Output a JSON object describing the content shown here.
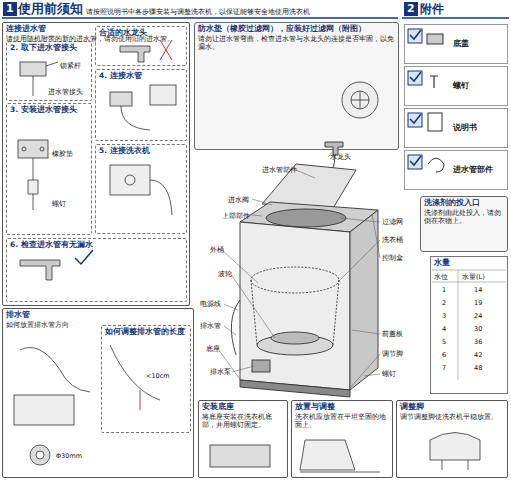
{
  "diagram": {
    "title": "使用前须知",
    "nodes": [
      {
        "text": [
          "连接进水管",
          "请使用随机附带的新的进水管，请勿使用旧的进水管。"
        ]
      },
      {
        "text": [
          "2. 取下进水管接头"
        ],
        "in": 0
      },
      {
        "text": [
          "3. 安装进水管接头"
        ],
        "in": 0
      },
      {
        "text": [
          "合适的水龙头"
        ],
        "in": 0
      },
      {
        "text": [
          "4. 连接水管"
        ],
        "in": 0
      },
      {
        "text": [
          "5. 连接洗衣机"
        ],
        "in": 0
      },
      {
        "text": [
          "6. 检查进水管有无漏水"
        ],
        "in": 0
      },
      {
        "text": [
          "防水垫（橡胶过滤网），应装好过滤网（附图）",
          "请勿让进水管弯曲，检查进水管与水龙头的连接是否牢固，以免漏水。"
        ]
      },
      {
        "text": [
          "底盖"
        ]
      },
      {
        "text": [
          "螺钉"
        ]
      },
      {
        "text": [
          "说明书"
        ]
      },
      {
        "text": [
          "进水管部件"
        ]
      },
      {
        "text": [
          "洗涤剂的投入口",
          "洗涤剂由此处投入，请勿倒在衣物上。"
        ]
      },
      {
        "text": [
          "水量"
        ]
      },
      {
        "text": [
          "排水管",
          "如何放置排水管方向"
        ]
      },
      {
        "text": [
          "如何调整排水管的长度"
        ],
        "in": 14
      },
      {
        "text": [
          "安装底座",
          "将底座安装在洗衣机底部，并用螺钉固定。"
        ]
      },
      {
        "text": [
          "放置与调整",
          "洗衣机应放置在平坦坚固的地面上。"
        ]
      },
      {
        "text": [
          "调整脚",
          "调节调整脚使洗衣机平稳放置。"
        ]
      }
    ],
    "labels": [
      "1",
      "请按照说明书中各步骤安装与调整洗衣机，以保证能够安全地使用洗衣机",
      "2",
      "附件",
      "锁紧杆",
      "进水管接头",
      "橡胶垫",
      "螺钉",
      "水龙头",
      "进水管部件",
      "进水阀",
      "上部部件",
      "外桶",
      "波轮",
      "电源线",
      "排水管",
      "底座",
      "排水泵",
      "过滤网",
      "洗衣桶",
      "控制盒",
      "前盖板",
      "调节脚",
      "螺钉",
      "<10cm",
      "Φ30mm",
      "水位",
      "水量(L)",
      "1",
      "14",
      "2",
      "19",
      "3",
      "24",
      "4",
      "30",
      "5",
      "36",
      "6",
      "42",
      "7",
      "48"
    ]
  }
}
